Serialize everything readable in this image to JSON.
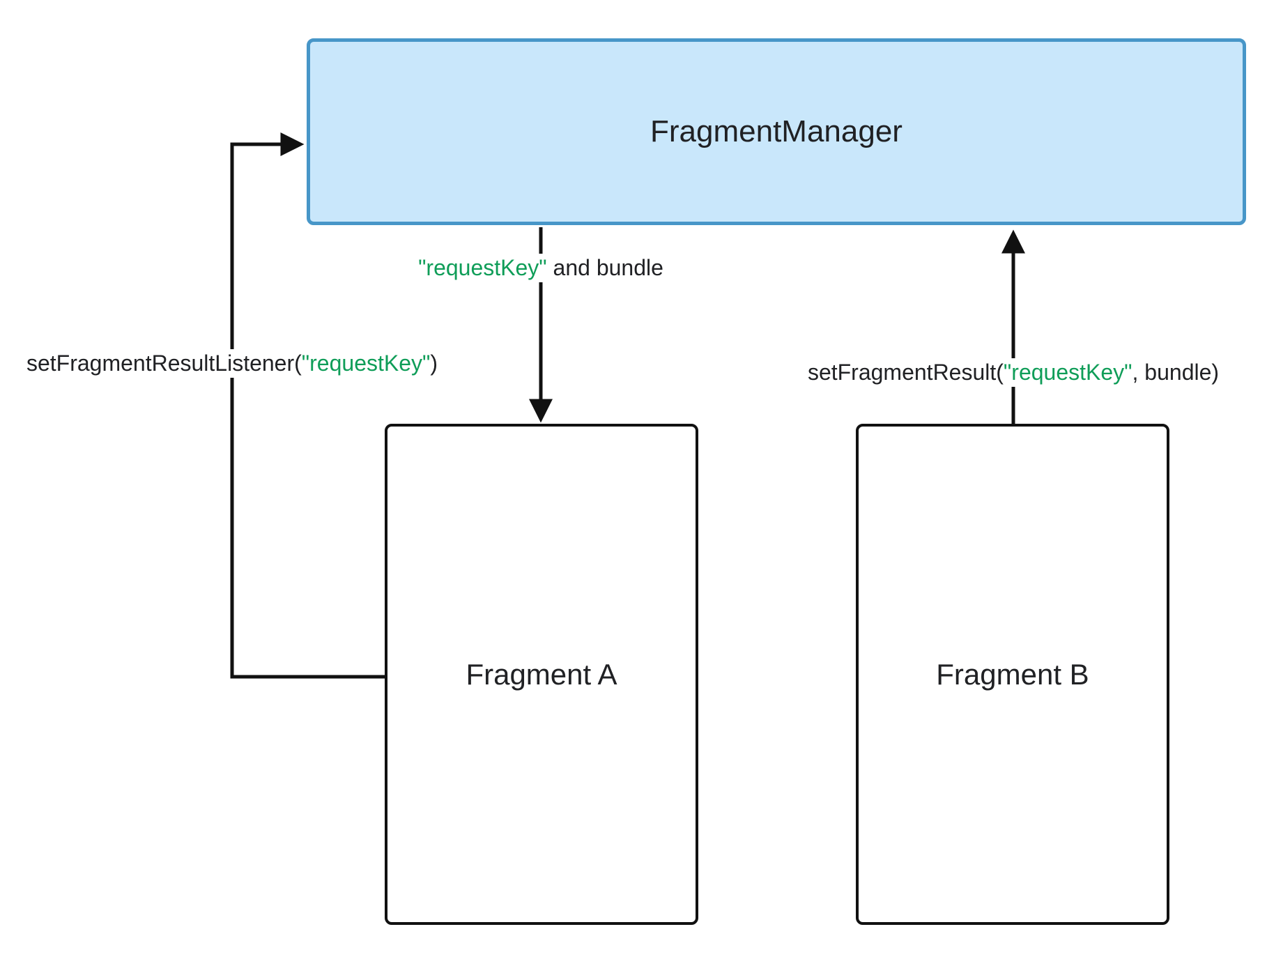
{
  "colors": {
    "box_fill": "#C9E7FB",
    "box_border": "#4796C8",
    "key_green": "#0F9D58",
    "ink": "#111111",
    "text_dark": "#202124"
  },
  "nodes": {
    "fragment_manager": "FragmentManager",
    "fragment_a": "Fragment A",
    "fragment_b": "Fragment B"
  },
  "labels": {
    "listener": {
      "prefix": "setFragmentResultListener(",
      "key": "\"requestKey\"",
      "suffix": ")"
    },
    "request": {
      "key": "\"requestKey\"",
      "suffix": " and bundle"
    },
    "result": {
      "prefix": "setFragmentResult(",
      "key": "\"requestKey\"",
      "suffix": ", bundle)"
    }
  }
}
